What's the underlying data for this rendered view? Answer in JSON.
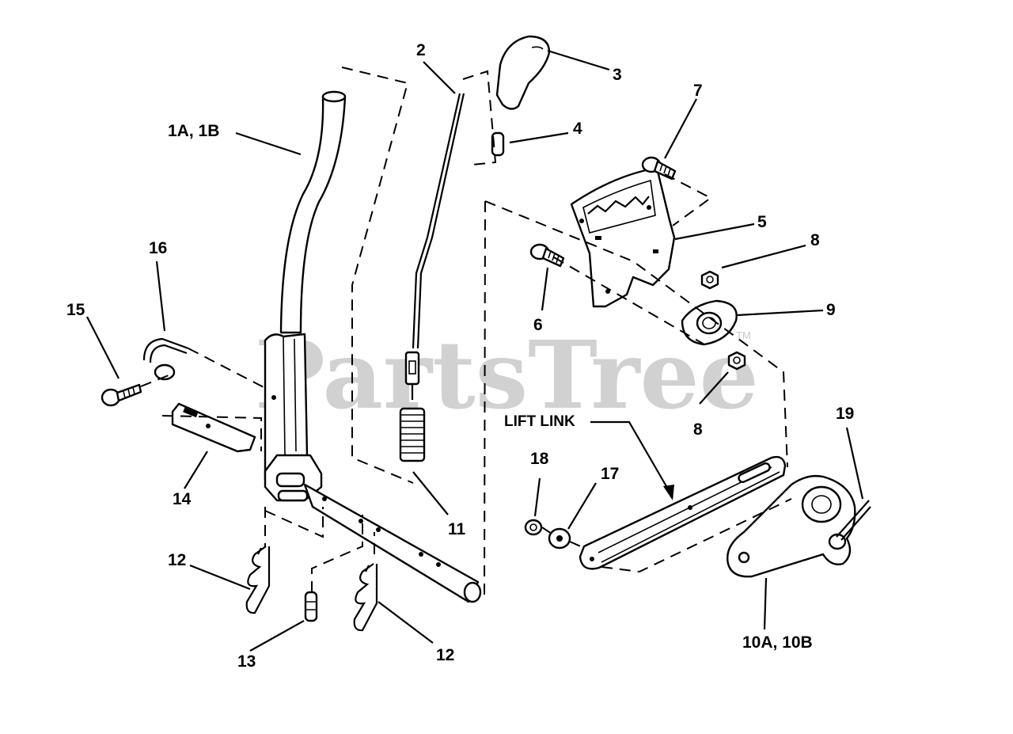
{
  "watermark": {
    "text": "PartsTree",
    "mark": "TM"
  },
  "callouts": {
    "c1": "1A, 1B",
    "c2": "2",
    "c3": "3",
    "c4": "4",
    "c5": "5",
    "c6": "6",
    "c7": "7",
    "c8a": "8",
    "c8b": "8",
    "c9": "9",
    "c10": "10A, 10B",
    "c11": "11",
    "c12a": "12",
    "c12b": "12",
    "c13": "13",
    "c14": "14",
    "c15": "15",
    "c16": "16",
    "c17": "17",
    "c18": "18",
    "c19": "19",
    "lift_link": "LIFT LINK"
  }
}
